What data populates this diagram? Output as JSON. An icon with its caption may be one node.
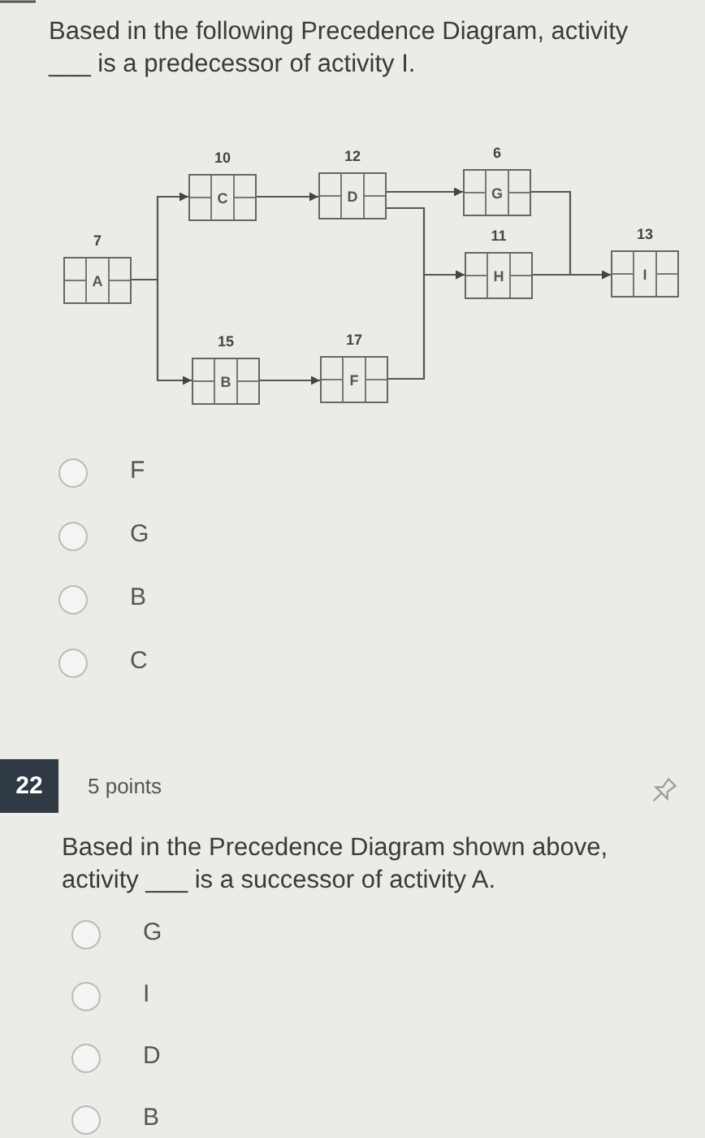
{
  "diagram": {
    "nodes": [
      {
        "text": [
          "A"
        ],
        "beside": [
          "7"
        ]
      },
      {
        "text": [
          "C"
        ],
        "beside": [
          "10"
        ]
      },
      {
        "text": [
          "D"
        ],
        "beside": [
          "12"
        ]
      },
      {
        "text": [
          "G"
        ],
        "beside": [
          "6"
        ]
      },
      {
        "text": [
          "H"
        ],
        "beside": [
          "11"
        ]
      },
      {
        "text": [
          "I"
        ],
        "beside": [
          "13"
        ]
      },
      {
        "text": [
          "B"
        ],
        "beside": [
          "15"
        ]
      },
      {
        "text": [
          "F"
        ],
        "beside": [
          "17"
        ]
      }
    ],
    "edges": [
      {
        "from": 0,
        "to": 1,
        "arrow": "to"
      },
      {
        "from": 0,
        "to": 6,
        "arrow": "to"
      },
      {
        "from": 1,
        "to": 2,
        "arrow": "to"
      },
      {
        "from": 2,
        "to": 3,
        "arrow": "to"
      },
      {
        "from": 2,
        "to": 4,
        "arrow": "to"
      },
      {
        "from": 6,
        "to": 7,
        "arrow": "to"
      },
      {
        "from": 7,
        "to": 4,
        "arrow": "to"
      },
      {
        "from": 3,
        "to": 5,
        "arrow": "to"
      },
      {
        "from": 4,
        "to": 5,
        "arrow": "to"
      }
    ],
    "labels": [
      "Based in the following Precedence Diagram, activity ___ is a predecessor of activity I.",
      "F",
      "G",
      "B",
      "C",
      "22",
      "5 points",
      "Based in the Precedence Diagram shown above, activity ___ is a successor of activity A.",
      "G",
      "I",
      "D",
      "B"
    ]
  }
}
